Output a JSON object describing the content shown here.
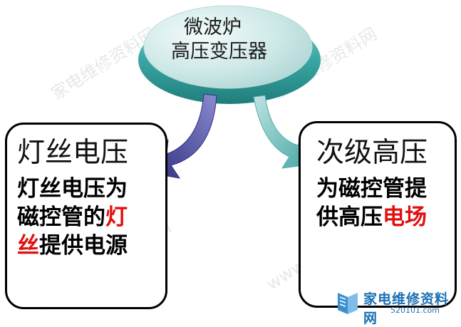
{
  "center_node": {
    "line1": "微波炉",
    "line2": "高压变压器"
  },
  "left_node": {
    "title": "灯丝电压",
    "body_line1": "灯丝电压为",
    "body_line2_a": "磁控管的",
    "body_line2_b": "灯",
    "body_line3_a": "丝",
    "body_line3_b": "提供电源"
  },
  "right_node": {
    "title": "次级高压",
    "body_line1": "为磁控管提",
    "body_line2_a": "供高压",
    "body_line2_b": "电场"
  },
  "watermark": {
    "text1": "家电维修资料网",
    "text2": "www.520101.com"
  },
  "logo": {
    "name": "家电维修资料网",
    "url": "520101.com"
  },
  "colors": {
    "ellipse_top": "#c9e6e4",
    "ellipse_rim": "#3aa6a3",
    "left_arrow": "#3a3a8e",
    "right_arrow": "#5fb8b4",
    "highlight": "#e01010"
  }
}
